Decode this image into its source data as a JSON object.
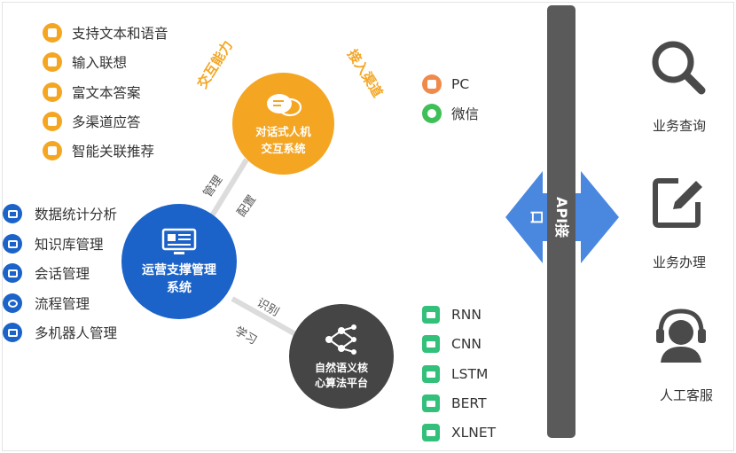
{
  "interaction": {
    "label": "交互能力",
    "items": [
      "支持文本和语音",
      "输入联想",
      "富文本答案",
      "多渠道应答",
      "智能关联推荐"
    ]
  },
  "access": {
    "label": "接入渠道",
    "items": [
      "PC",
      "微信"
    ]
  },
  "dialog_circle": {
    "line1": "对话式人机",
    "line2": "交互系统"
  },
  "ops_circle": {
    "line1": "运营支撑管理",
    "line2": "系统"
  },
  "nlp_circle": {
    "line1": "自然语义核",
    "line2": "心算法平台"
  },
  "ops_items": [
    "数据统计分析",
    "知识库管理",
    "会话管理",
    "流程管理",
    "多机器人管理"
  ],
  "algorithms": [
    "RNN",
    "CNN",
    "LSTM",
    "BERT",
    "XLNET"
  ],
  "connectors": {
    "manage": "管理",
    "config": "配置",
    "recognize": "识别",
    "learn": "学习"
  },
  "api": {
    "label": "API接口"
  },
  "services": [
    "业务查询",
    "业务办理",
    "人工客服"
  ],
  "colors": {
    "orange": "#f4a623",
    "blue": "#1b63c9",
    "dark": "#454545",
    "green": "#33c07a",
    "arrow": "#4a88e0",
    "bar": "#5a5a5a"
  }
}
